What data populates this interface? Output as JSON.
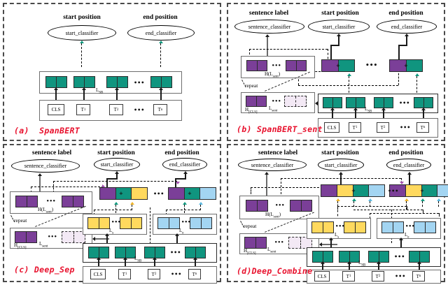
{
  "figure": {
    "type": "diagram",
    "description": "Four model architecture diagrams comparing SpanBERT variants for span extraction with sentence labels"
  },
  "colors": {
    "teal": "#10957f",
    "purple": "#7b3f98",
    "yellow": "#ffd95e",
    "blue": "#a3d5f2",
    "caption_red": "#e8112d",
    "green_dash": "#11997f",
    "purple_dash": "#a24fb0",
    "yellow_dash": "#f0b429",
    "blue_dash": "#59b8e0"
  },
  "common": {
    "headers": {
      "sentence_label": "sentence label",
      "start_position": "start position",
      "end_position": "end position"
    },
    "classifiers": {
      "sentence": "sentence_classifier",
      "start": "start_classifier",
      "end": "end_classifier"
    },
    "tokens": [
      "CLS",
      "T",
      "T",
      "T"
    ],
    "token_subs": [
      "",
      "1",
      "2",
      "n"
    ],
    "ellipsis": "•••",
    "ellipsis_small": "•••",
    "repeat_label": "repeat",
    "layer_labels": {
      "spanbert": "L",
      "spanbert_sub": "SB",
      "sentence": "L",
      "sentence_sub": "sent",
      "start": "L",
      "start_sub": "s",
      "end": "L",
      "end_sub": "e"
    },
    "hidden_labels": {
      "sent": "H(L",
      "sent_sub": "sent",
      "sent_tail": ")",
      "cls": "H",
      "cls_sub": "[CLS]"
    },
    "plus": "+"
  },
  "panels": [
    {
      "id": "a",
      "caption_index": "(a)",
      "caption_name": "SpanBERT",
      "headers": [
        "start position",
        "end position"
      ],
      "classifiers": [
        "start_classifier",
        "end_classifier"
      ],
      "encoder_label": "L_SB",
      "tokens": [
        "CLS",
        "T1",
        "T2",
        "Tn"
      ]
    },
    {
      "id": "b",
      "caption_index": "(b)",
      "caption_name": "SpanBERT_sent",
      "headers": [
        "sentence label",
        "start position",
        "end position"
      ],
      "classifiers": [
        "sentence_classifier",
        "start_classifier",
        "end_classifier"
      ],
      "encoder_label": "L_SB",
      "sent_label": "L_sent",
      "tokens": [
        "CLS",
        "T1",
        "T2",
        "Tn"
      ],
      "concat": [
        "purple",
        "teal"
      ]
    },
    {
      "id": "c",
      "caption_index": "(c)",
      "caption_name": "Deep_Sep",
      "headers": [
        "sentence label",
        "start position",
        "end position"
      ],
      "classifiers": [
        "sentence_classifier",
        "start_classifier",
        "end_classifier"
      ],
      "encoder_label": "L_SB",
      "start_layer_label": "L_s",
      "end_layer_label": "L_e",
      "tokens": [
        "CLS",
        "T1",
        "T2",
        "Tn"
      ],
      "concat_start": [
        "purple",
        "teal",
        "yellow"
      ],
      "concat_end": [
        "purple",
        "teal",
        "blue"
      ]
    },
    {
      "id": "d",
      "caption_index": "(d)",
      "caption_name": "Deep_Combine",
      "headers": [
        "sentence label",
        "start position",
        "end position"
      ],
      "classifiers": [
        "sentence_classifier",
        "start_classifier",
        "end_classifier"
      ],
      "encoder_label": "L_SB",
      "start_layer_label": "L_s",
      "end_layer_label": "L_e",
      "tokens": [
        "CLS",
        "T1",
        "T2",
        "Tn"
      ],
      "concat_start": [
        "purple",
        "yellow",
        "teal",
        "blue"
      ],
      "concat_end": [
        "purple",
        "yellow",
        "teal",
        "blue"
      ]
    }
  ]
}
